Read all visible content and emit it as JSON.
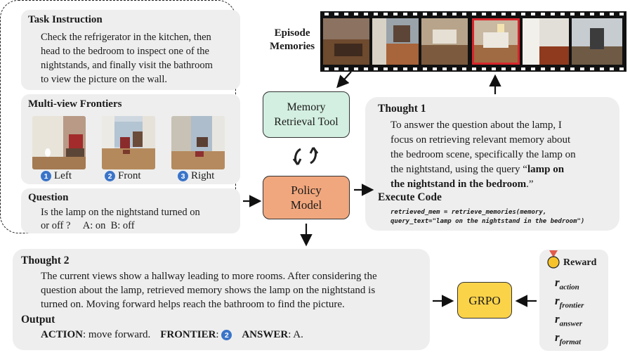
{
  "task": {
    "title": "Task Instruction",
    "lines": [
      "Check the refrigerator in the kitchen, then",
      "head to the bedroom to inspect one of the",
      "nightstands, and finally visit the bathroom",
      "to view the picture on the wall."
    ]
  },
  "frontiers": {
    "title": "Multi-view Frontiers",
    "views": [
      {
        "num": "1",
        "label": "Left"
      },
      {
        "num": "2",
        "label": "Front"
      },
      {
        "num": "3",
        "label": "Right"
      }
    ]
  },
  "question": {
    "title": "Question",
    "lines": [
      "Is the lamp on the nightstand turned on",
      "or off ?     A: on  B: off"
    ]
  },
  "episode": {
    "label_line1": "Episode",
    "label_line2": "Memories"
  },
  "memory_tool": {
    "line1": "Memory",
    "line2": "Retrieval Tool"
  },
  "policy": {
    "line1": "Policy",
    "line2": "Model"
  },
  "thought1": {
    "title": "Thought 1",
    "lines": [
      "To answer the question about the lamp, I",
      "focus on retrieving relevant memory about",
      "the bedroom scene, specifically the lamp on",
      "the nightstand, using the query “"
    ],
    "bold_part1": "lamp on",
    "bold_part2": "the nightstand in the bedroom",
    "tail": ".”",
    "exec_title": "Execute Code",
    "code_line1": "retrieved_mem = retrieve_memories(memory,",
    "code_line2": "query_text=\"lamp on the nightstand in the bedroom\")"
  },
  "thought2": {
    "title": "Thought 2",
    "lines": [
      "The current views show a hallway leading to more rooms. After considering the",
      "question about the lamp, retrieved memory shows the lamp on the nightstand is",
      "turned on. Moving forward helps reach the bathroom to find the picture."
    ],
    "output_title": "Output",
    "action_key": "ACTION",
    "action_val": ": move forward.",
    "frontier_key": "FRONTIER",
    "frontier_num": "2",
    "answer_key": "ANSWER",
    "answer_val": ": A."
  },
  "grpo": {
    "label": "GRPO"
  },
  "reward": {
    "title": "Reward",
    "r": "r",
    "items": [
      "action",
      "frontier",
      "answer",
      "format"
    ]
  },
  "colors": {
    "memory_box": "#d3efe1",
    "policy_box": "#f1a77d",
    "grpo_box": "#fbd349",
    "panel": "#eeeeee",
    "badge": "#3a74c9",
    "highlight_frame": "#d8262c"
  }
}
